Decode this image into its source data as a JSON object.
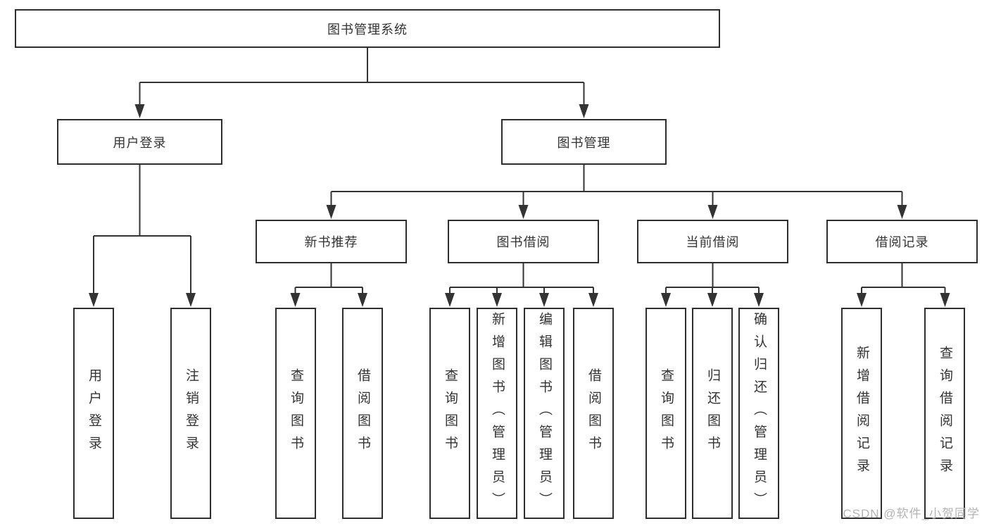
{
  "nodes": {
    "root": {
      "label": "图书管理系统"
    },
    "level2": [
      {
        "label": "用户登录"
      },
      {
        "label": "图书管理"
      }
    ],
    "level3": [
      {
        "label": "新书推荐",
        "parent": "图书管理"
      },
      {
        "label": "图书借阅",
        "parent": "图书管理"
      },
      {
        "label": "当前借阅",
        "parent": "图书管理"
      },
      {
        "label": "借阅记录",
        "parent": "图书管理"
      }
    ],
    "leaves": [
      {
        "label": "用户登录",
        "parent": "用户登录"
      },
      {
        "label": "注销登录",
        "parent": "用户登录"
      },
      {
        "label": "查询图书",
        "parent": "新书推荐"
      },
      {
        "label": "借阅图书",
        "parent": "新书推荐"
      },
      {
        "label": "查询图书",
        "parent": "图书借阅"
      },
      {
        "label": "新增图书（管理员）",
        "parent": "图书借阅"
      },
      {
        "label": "编辑图书（管理员）",
        "parent": "图书借阅"
      },
      {
        "label": "借阅图书",
        "parent": "图书借阅"
      },
      {
        "label": "查询图书",
        "parent": "当前借阅"
      },
      {
        "label": "归还图书",
        "parent": "当前借阅"
      },
      {
        "label": "确认归还（管理员）",
        "parent": "当前借阅"
      },
      {
        "label": "新增借阅记录",
        "parent": "借阅记录"
      },
      {
        "label": "查询借阅记录",
        "parent": "借阅记录"
      }
    ]
  },
  "watermark": {
    "text": "CSDN @软件_小贺同学"
  },
  "colors": {
    "line": "#333333",
    "box_border": "#2e2e2e",
    "text": "#333333",
    "watermark": "#b4b4b4",
    "background": "#ffffff"
  }
}
